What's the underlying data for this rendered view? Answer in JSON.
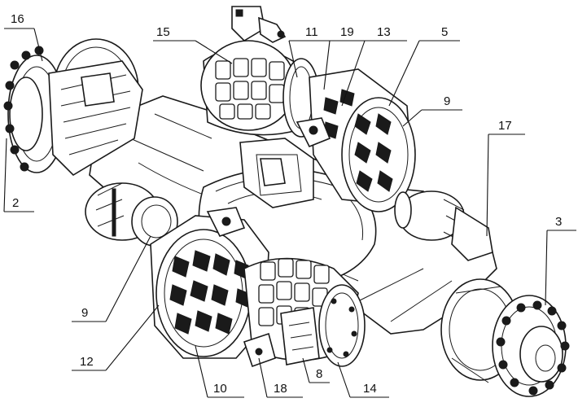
{
  "figure": {
    "callouts": [
      {
        "id": "c16",
        "label": "16"
      },
      {
        "id": "c15",
        "label": "15"
      },
      {
        "id": "c11",
        "label": "11"
      },
      {
        "id": "c19",
        "label": "19"
      },
      {
        "id": "c13",
        "label": "13"
      },
      {
        "id": "c5",
        "label": "5"
      },
      {
        "id": "c9a",
        "label": "9"
      },
      {
        "id": "c17",
        "label": "17"
      },
      {
        "id": "c2",
        "label": "2"
      },
      {
        "id": "c3",
        "label": "3"
      },
      {
        "id": "c9b",
        "label": "9"
      },
      {
        "id": "c12",
        "label": "12"
      },
      {
        "id": "c10",
        "label": "10"
      },
      {
        "id": "c18",
        "label": "18"
      },
      {
        "id": "c8",
        "label": "8"
      },
      {
        "id": "c14",
        "label": "14"
      }
    ]
  }
}
